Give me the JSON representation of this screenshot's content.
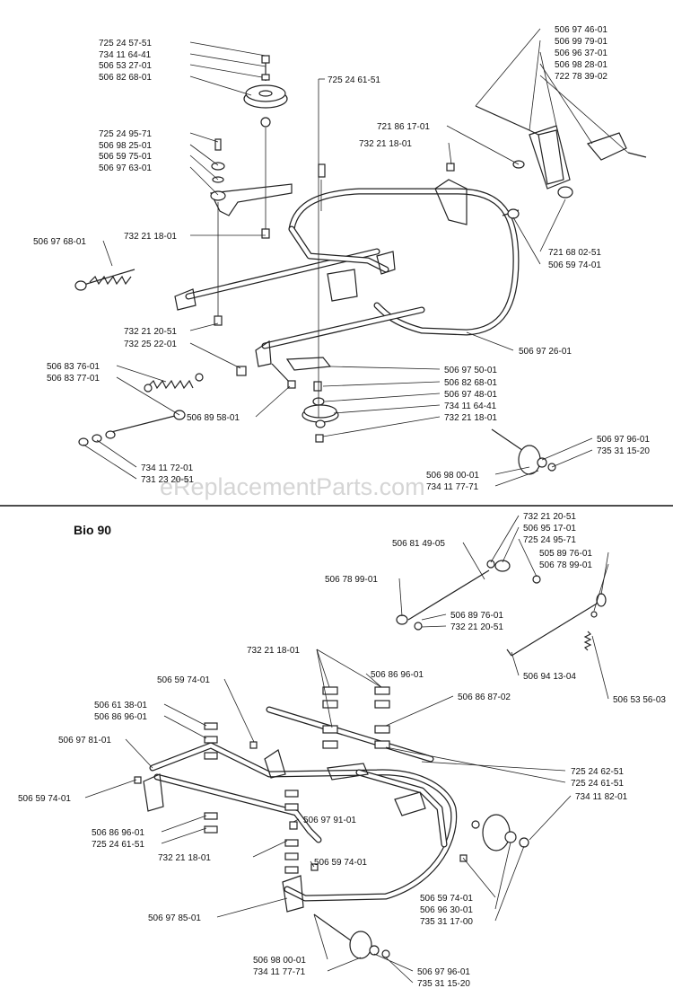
{
  "watermark": "eReplacementParts.com",
  "sections": {
    "lower_title": "Bio 90"
  },
  "labels": {
    "a01": "725 24 57-51",
    "a02": "734 11 64-41",
    "a03": "506 53 27-01",
    "a04": "506 82 68-01",
    "a05": "725 24 61-51",
    "a06": "506 97 46-01",
    "a07": "506 99 79-01",
    "a08": "506 96 37-01",
    "a09": "506 98 28-01",
    "a10": "722 78 39-02",
    "a11": "721 86 17-01",
    "a12": "725 24 95-71",
    "a13": "506 98 25-01",
    "a14": "506 59 75-01",
    "a15": "506 97 63-01",
    "a16": "732 21 18-01",
    "a17": "506 97 68-01",
    "a18": "732 21 18-01",
    "a19": "721 68 02-51",
    "a20": "506 59 74-01",
    "a21": "732 21 20-51",
    "a22": "732 25 22-01",
    "a23": "506 97 26-01",
    "a24": "506 83 76-01",
    "a25": "506 83 77-01",
    "a26": "506 97 50-01",
    "a27": "506 82 68-01",
    "a28": "506 97 48-01",
    "a29": "734 11 64-41",
    "a30": "506 89 58-01",
    "a31": "732 21 18-01",
    "a32": "506 97 96-01",
    "a33": "735 31 15-20",
    "a34": "734 11 72-01",
    "a35": "731 23 20-51",
    "a36": "506 98 00-01",
    "a37": "734 11 77-71",
    "b01": "732 21 20-51",
    "b02": "506 95 17-01",
    "b03": "725 24 95-71",
    "b04": "506 81 49-05",
    "b05": "506 78 99-01",
    "b06": "505 89 76-01",
    "b07": "506 78 99-01",
    "b08": "506 89 76-01",
    "b09": "732 21 20-51",
    "b10": "732 21 18-01",
    "b11": "506 94 13-04",
    "b12": "506 59 74-01",
    "b13": "506 86 96-01",
    "b14": "506 53 56-03",
    "b15": "506 86 87-02",
    "b16": "506 61 38-01",
    "b17": "506 86 96-01",
    "b18": "506 97 81-01",
    "b19": "725 24 62-51",
    "b20": "725 24 61-51",
    "b21": "506 59 74-01",
    "b22": "734 11 82-01",
    "b23": "506 86 96-01",
    "b24": "725 24 61-51",
    "b25": "506 97 91-01",
    "b26": "732 21 18-01",
    "b27": "506 59 74-01",
    "b28": "506 59 74-01",
    "b29": "506 96 30-01",
    "b30": "735 31 17-00",
    "b31": "506 97 85-01",
    "b32": "506 98 00-01",
    "b33": "506 97 96-01",
    "b34": "734 11 77-71",
    "b35": "735 31 15-20"
  }
}
